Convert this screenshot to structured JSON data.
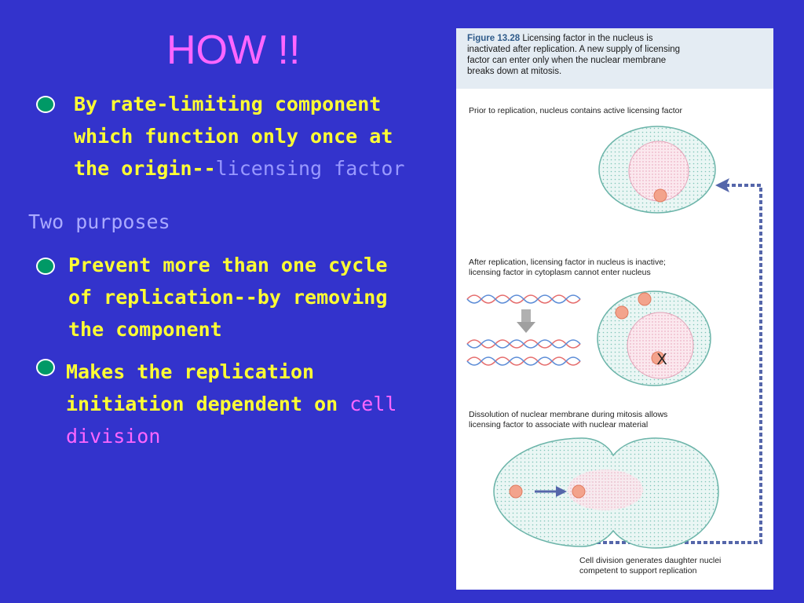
{
  "slide": {
    "title": "HOW !!",
    "bullet1": {
      "line1": "By rate-limiting component",
      "line2": "which function only once at",
      "line3_prefix": "the origin--",
      "line3_highlight": "licensing factor"
    },
    "subheading": "Two purposes",
    "bullet2": {
      "line1": "Prevent more than one cycle",
      "line2": "of replication--by removing",
      "line3": "the component"
    },
    "bullet3": {
      "line1": "Makes the replication",
      "line2_prefix": "initiation dependent on ",
      "line2_highlight": "cell",
      "line3_highlight": "division"
    }
  },
  "figure": {
    "number": "Figure 13.28",
    "caption_line1": "Licensing factor in the nucleus is",
    "caption_line2": "inactivated after replication. A new supply of licensing",
    "caption_line3": "factor can enter only when the nuclear membrane",
    "caption_line4": "breaks down at mitosis.",
    "step1": "Prior to replication, nucleus contains active licensing factor",
    "step2_line1": "After replication, licensing factor in nucleus is inactive;",
    "step2_line2": "licensing factor in cytoplasm cannot enter nucleus",
    "step3_line1": "Dissolution of nuclear membrane during mitosis allows",
    "step3_line2": "licensing factor to associate with nuclear material",
    "step4_line1": "Cell division generates daughter nuclei",
    "step4_line2": "competent to support replication",
    "inactive_mark": "X"
  },
  "colors": {
    "background": "#3333cc",
    "title": "#ff66ff",
    "bullet_text": "#ffff33",
    "highlight_blue": "#9999ff",
    "highlight_pink": "#ff66ff",
    "bullet_dot": "#009966",
    "arrow": "#5566aa"
  }
}
